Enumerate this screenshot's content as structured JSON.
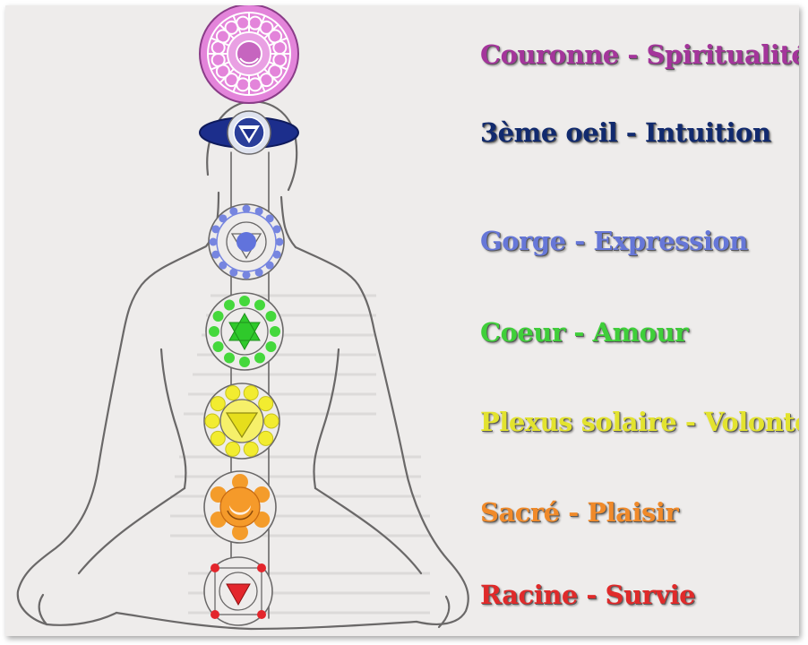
{
  "chakras": [
    {
      "label": "Couronne - Spiritualité",
      "color": "#a4359b",
      "symbol_color": "#e07bd8",
      "symbol": "crown-lotus-icon"
    },
    {
      "label": "3ème oeil - Intuition",
      "color": "#112a6e",
      "symbol_color": "#1a2f8a",
      "symbol": "third-eye-icon"
    },
    {
      "label": "Gorge - Expression",
      "color": "#6677d8",
      "symbol_color": "#6f7fe3",
      "symbol": "throat-lotus-icon"
    },
    {
      "label": "Coeur - Amour",
      "color": "#3fcf3a",
      "symbol_color": "#36d12f",
      "symbol": "heart-star-icon"
    },
    {
      "label": "Plexus solaire - Volonté",
      "color": "#e3e32f",
      "symbol_color": "#efea2e",
      "symbol": "solar-triangle-icon"
    },
    {
      "label": "Sacré - Plaisir",
      "color": "#f08a2a",
      "symbol_color": "#f39a2a",
      "symbol": "sacral-crescent-icon"
    },
    {
      "label": "Racine - Survie",
      "color": "#e02a2a",
      "symbol_color": "#e3262c",
      "symbol": "root-triangle-icon"
    }
  ]
}
